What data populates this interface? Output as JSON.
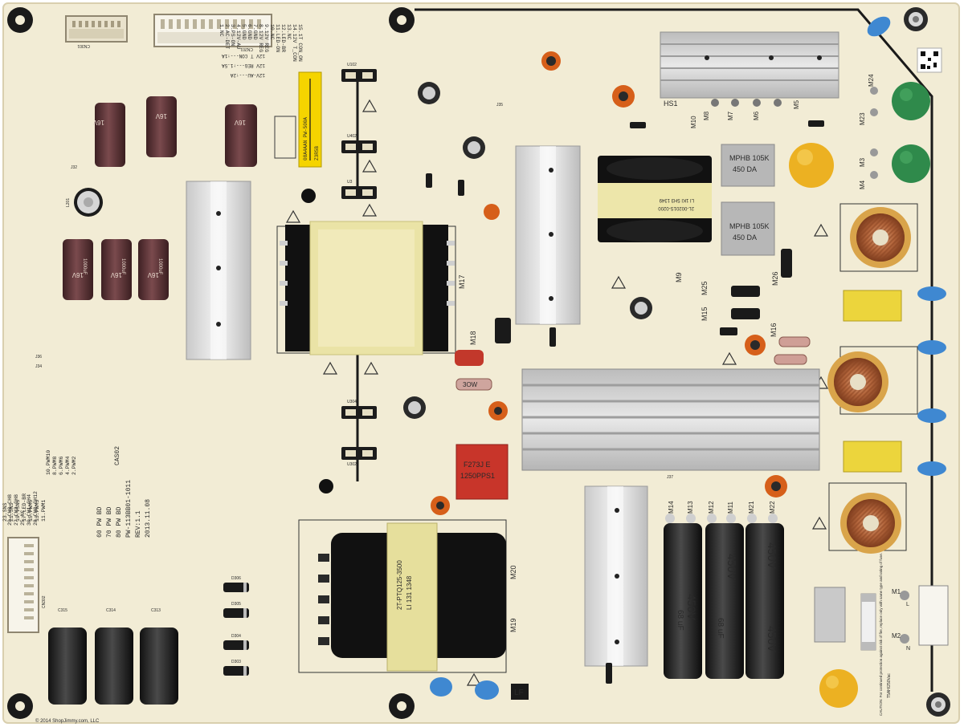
{
  "pcb": {
    "pin_list_top": [
      "15.1T CON_ON",
      "14.12V T_CON",
      "13.NC",
      "12.LED-BR",
      "11.LED-ON",
      "10.NC",
      "9.12V REG",
      "8.12V REG",
      "7.GND",
      "6.GND",
      "5.GND",
      "4.12V-AU",
      "3.PS-ON",
      "2.AC-DET",
      "1.NC"
    ],
    "v_lines": [
      "12V T CON---↑1A",
      "12V REG---↑1.5A",
      "12V-AU---↑2A"
    ],
    "pin_list_left": [
      "29.CH8-CH8",
      "27.CH3-CH8",
      "25.NC",
      "23.SNS",
      "21.SNS",
      "19.VSNS",
      "17.LED-BR",
      "15.PWM5",
      "13.PWM3",
      "11.PWM1"
    ],
    "pin_list_left2": [
      "30.CH1-CH4",
      "28.CH8-CH12",
      "26.NC",
      "24.GND",
      "22.SNS",
      "20.VSNS",
      "18.12V",
      "16.PWM6",
      "14.PWM4",
      "12.PWM2"
    ],
    "pin_list_left3": [
      "10.PWM10",
      "8.PWM8",
      "6.PWM6",
      "4.PWM4",
      "2.PWM2"
    ],
    "pin_list_left4": [
      "9.PWM9",
      "7.PWM7",
      "5.PWM5",
      "3.PWM3",
      "1.PWM1"
    ],
    "model_block": [
      "CAS02",
      "60 PW BD",
      "70 PW BD",
      "80 PW BD",
      "PW-113BB01-1011",
      "REV:1.1",
      "2013.11.08"
    ],
    "cap_small": "16V",
    "cap_small_value": "1000uF",
    "cap_black_rating": "450V",
    "cap_black_value": "68 uF",
    "xcap_label_1": "MPHB 105K",
    "xcap_label_2": "450 DA",
    "film_cap_line1": "F273J E",
    "film_cap_line2": "1250PPS1",
    "resistor_label": "3OW",
    "transformer_text_1": "2T-PTQ125-3500",
    "transformer_text_2": "LI 131 1348",
    "transformer_text_3": "2L-00201S-0200",
    "transformer_text_4": "LI 1KI 5H3 1349",
    "barcode_label": "08A4AAN PW-500A",
    "sticker_label": "Z3R5B",
    "caution_text": "CAUTION: For continued protection against risk of fire, replace only with same type and rating of fuse.",
    "fuse_rating": "T5AH/250Vac",
    "lf_label": "LF",
    "copyright": "© 2014 ShopJimmy.com, LLC",
    "ref_labels": {
      "hs1": "HS1",
      "m8": "M8",
      "m10": "M10",
      "m7": "M7",
      "m6": "M6",
      "m5": "M5",
      "m24": "M24",
      "m23": "M23",
      "m3": "M3",
      "m4": "M4",
      "m25": "M25",
      "m26": "M26",
      "m15": "M15",
      "m16": "M16",
      "m17": "M17",
      "m18": "M18",
      "m19": "M19",
      "m20": "M20",
      "m14": "M14",
      "m13": "M13",
      "m12": "M12",
      "m11": "M11",
      "m21": "M21",
      "m22": "M22",
      "m1": "M1",
      "m2": "M2",
      "m9": "M9",
      "l": "L",
      "n": "N",
      "cn301": "CN301",
      "cn201": "CN201",
      "cn302": "CN302",
      "c315": "C315",
      "c314": "C314",
      "c313": "C313",
      "d306": "D306",
      "d305": "D305",
      "d304": "D304",
      "d303": "D303",
      "u102": "U102",
      "u402": "U402",
      "u3": "U3",
      "u304": "U304",
      "u302": "U302",
      "j32": "J32",
      "j34": "J34",
      "j35": "J35",
      "j36": "J36",
      "j37": "J37",
      "l201": "L201"
    }
  }
}
